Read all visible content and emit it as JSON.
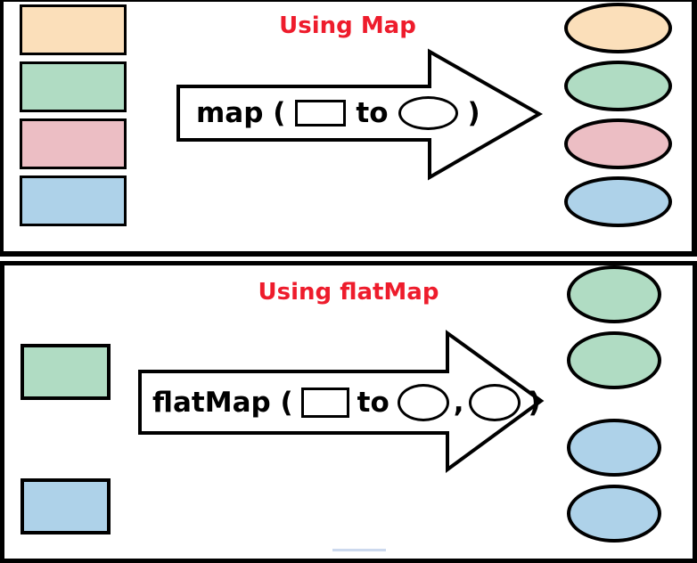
{
  "diagram": {
    "title_color": "#ee1c2c",
    "outline_color": "#000000",
    "underline": {
      "color": "#ccd9ee"
    },
    "panels": [
      {
        "title": "Using Map",
        "operation": {
          "prefix": "map (",
          "to_word": "to",
          "suffix": ")"
        },
        "inputs": [
          [
            {
              "shape": "rectangle",
              "name": "orange-rectangle",
              "color": "#fbdfba"
            }
          ],
          [
            {
              "shape": "rectangle",
              "name": "green-rectangle",
              "color": "#b0dcc3"
            }
          ],
          [
            {
              "shape": "rectangle",
              "name": "pink-rectangle",
              "color": "#ecbec4"
            }
          ],
          [
            {
              "shape": "rectangle",
              "name": "blue-rectangle",
              "color": "#aed2e9"
            }
          ]
        ],
        "outputs": [
          [
            {
              "shape": "oval",
              "name": "orange-oval",
              "color": "#fbdfba"
            }
          ],
          [
            {
              "shape": "oval",
              "name": "green-oval",
              "color": "#b0dcc3"
            }
          ],
          [
            {
              "shape": "oval",
              "name": "pink-oval",
              "color": "#ecbec4"
            }
          ],
          [
            {
              "shape": "oval",
              "name": "blue-oval",
              "color": "#aed2e9"
            }
          ]
        ]
      },
      {
        "title": "Using flatMap",
        "operation": {
          "prefix": "flatMap (",
          "to_word": "to",
          "separator": ",",
          "suffix": ")"
        },
        "inputs": [
          [
            {
              "shape": "rectangle",
              "name": "green-rectangle",
              "color": "#b0dcc3"
            }
          ],
          [
            {
              "shape": "rectangle",
              "name": "blue-rectangle",
              "color": "#aed2e9"
            }
          ]
        ],
        "outputs": [
          [
            {
              "shape": "oval",
              "name": "green-oval",
              "color": "#b0dcc3"
            },
            {
              "shape": "oval",
              "name": "green-oval",
              "color": "#b0dcc3"
            }
          ],
          [
            {
              "shape": "oval",
              "name": "blue-oval",
              "color": "#aed2e9"
            },
            {
              "shape": "oval",
              "name": "blue-oval",
              "color": "#aed2e9"
            }
          ]
        ]
      }
    ]
  }
}
